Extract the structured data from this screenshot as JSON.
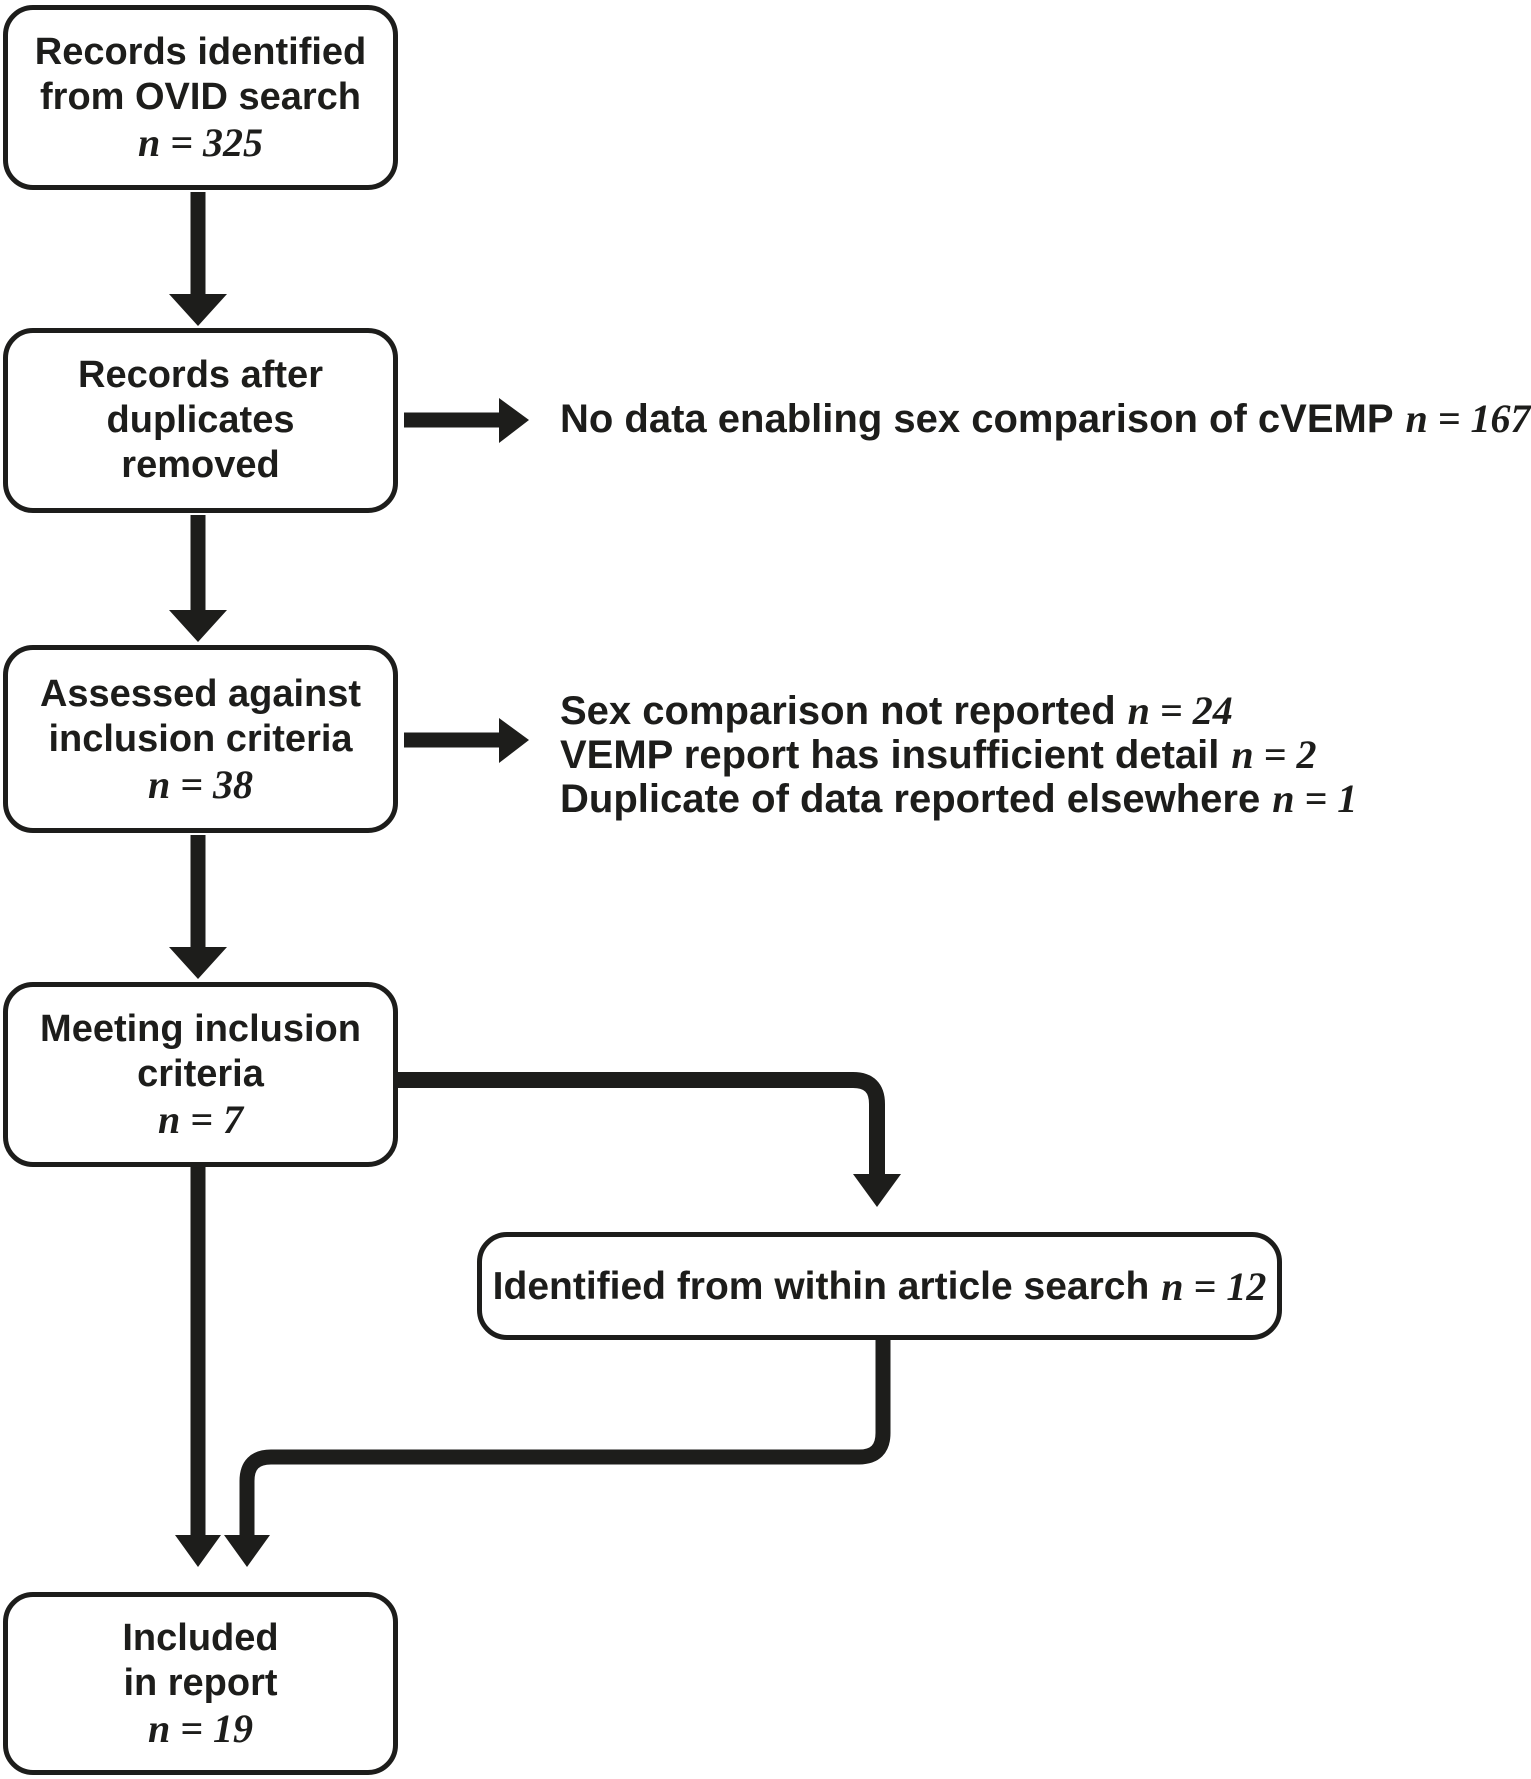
{
  "colors": {
    "ink": "#1d1d1b",
    "background": "#ffffff"
  },
  "boxes": {
    "records_identified": {
      "lines": [
        "Records identified",
        "from OVID search"
      ],
      "n": "n = 325"
    },
    "records_after_duplicates": {
      "lines": [
        "Records after",
        "duplicates",
        "removed"
      ]
    },
    "assessed_inclusion": {
      "lines": [
        "Assessed against",
        "inclusion criteria"
      ],
      "n": "n = 38"
    },
    "meeting_inclusion": {
      "lines": [
        "Meeting inclusion",
        "criteria"
      ],
      "n": "n = 7"
    },
    "identified_within_article": {
      "text": "Identified from within article search",
      "n": "n = 12"
    },
    "included_in_report": {
      "lines": [
        "Included",
        "in report"
      ],
      "n": "n = 19"
    }
  },
  "side_notes": {
    "no_data": {
      "text": "No data enabling sex comparison of cVEMP",
      "n": "n = 167"
    },
    "excluded": [
      {
        "text": "Sex comparison not reported",
        "n": "n = 24"
      },
      {
        "text": "VEMP report has insufficient detail",
        "n": "n = 2"
      },
      {
        "text": "Duplicate of data reported elsewhere",
        "n": "n = 1"
      }
    ]
  }
}
